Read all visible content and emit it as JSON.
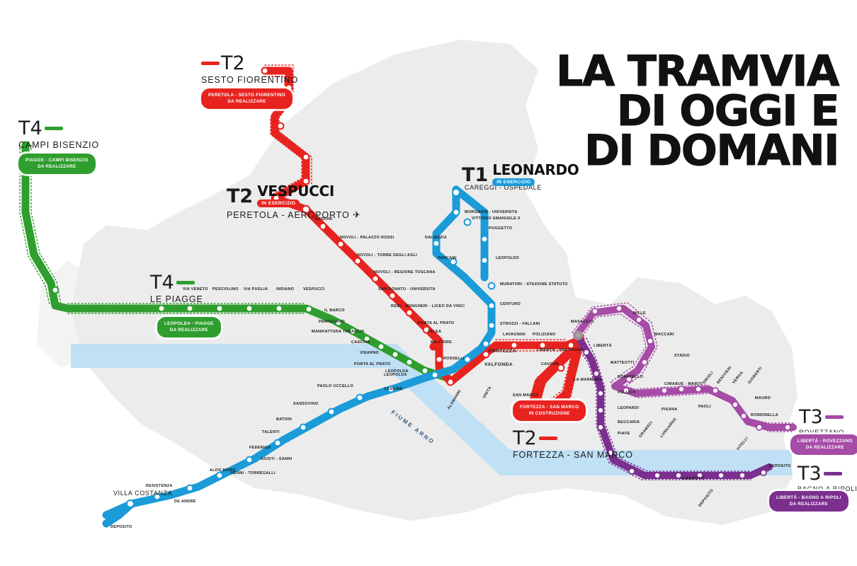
{
  "title": {
    "line1": "LA TRAMVIA",
    "line2": "DI OGGI E",
    "line3": "DI DOMANI"
  },
  "colors": {
    "t1_blue": "#1b9bd8",
    "t2_red": "#e8231f",
    "t3_purple": "#7b2f8f",
    "t3_magenta": "#a64ba6",
    "t4_green": "#2f9e2f",
    "river_blue": "#bfe0f5",
    "land_grey": "#ececec",
    "text_dark": "#1a1a1a"
  },
  "river": {
    "label": "FIUME ARNO"
  },
  "routes": [
    {
      "id": "t2-sesto",
      "code": "T2",
      "code_style": "light",
      "terminus": "SESTO FIORENTINO",
      "color": "#e8231f",
      "badge": {
        "line1": "PERETOLA - SESTO FIORENTINO",
        "line2": "DA REALIZZARE"
      }
    },
    {
      "id": "t2-vespucci",
      "code": "T2",
      "code_style": "bold",
      "name": "VESPUCCI",
      "pill": "IN ESERCIZIO",
      "terminus": "PERETOLA - AEROPORTO",
      "color": "#e8231f",
      "has_airport_icon": true
    },
    {
      "id": "t1-leonardo",
      "code": "T1",
      "code_style": "bold",
      "name": "LEONARDO",
      "pill": "IN ESERCIZIO",
      "terminus": "CAREGGI - OSPEDALE",
      "color": "#1b9bd8"
    },
    {
      "id": "t4-campi",
      "code": "T4",
      "code_style": "light",
      "terminus": "CAMPI BISENZIO",
      "color": "#2f9e2f",
      "badge": {
        "line1": "PIAGGE - CAMPI BISENZIO",
        "line2": "DA REALIZZARE"
      }
    },
    {
      "id": "t4-piagge",
      "code": "T4",
      "code_style": "light",
      "terminus": "LE PIAGGE",
      "color": "#2f9e2f",
      "badge": {
        "line1": "LEOPOLDA - PIAGGE",
        "line2": "DA REALIZZARE"
      }
    },
    {
      "id": "t2-sanmarco",
      "code": "T2",
      "code_style": "light",
      "terminus": "FORTEZZA - SAN MARCO",
      "color": "#e8231f",
      "badge": {
        "line1": "FORTEZZA - SAN MARCO",
        "line2": "IN COSTRUZIONE"
      }
    },
    {
      "id": "t3-rovezzano",
      "code": "T3",
      "code_style": "light",
      "terminus": "ROVEZZANO",
      "color": "#a64ba6",
      "badge": {
        "line1": "LIBERTÀ - ROVEZZANO",
        "line2": "DA REALIZZARE"
      }
    },
    {
      "id": "t3-bagno",
      "code": "T3",
      "code_style": "light",
      "terminus": "BAGNO A RIPOLI",
      "color": "#7b2f8f",
      "badge": {
        "line1": "LIBERTÀ - BAGNO A RIPOLI",
        "line2": "DA REALIZZARE"
      }
    }
  ],
  "stations": {
    "t1": [
      "CAREGGI - OSPEDALE",
      "MORGAGNI - UNIVERSITA",
      "VITTORIO EMANUELE II",
      "POGGETTO",
      "DALMAZIA",
      "PANCANI",
      "LEOPOLDO",
      "MURATORI - STAZIONE STATUTO",
      "CENTURO",
      "STROZZI - FALLANI",
      "FORTEZZA",
      "VALFONDA",
      "UNITÀ",
      "ALAMANNI",
      "CASCINE",
      "LEOPOLDA",
      "PAOLO UCCELLO",
      "SANSOVINO",
      "BATONI",
      "TALENTI",
      "FEDERIGA",
      "GIUSTI - SANNI",
      "NENNI - TORREGALLI",
      "ALDO MORO",
      "RESISTENZA",
      "DE ANDRÉ",
      "VILLA COSTANZA",
      "DEPOSITO"
    ],
    "t2": [
      "GUIDONI",
      "NOVOLI - PALAZZO ROSSI",
      "NOVOLI - TORRE DEGLI AGLI",
      "NOVOLI - REGIONE TOSCANA",
      "SAN DONATO - UNIVERSITA",
      "REDI - MENGHERI - LICEO DA VINCI",
      "PORTA AL PRATO",
      "TALEA",
      "BELFIORE",
      "ROSSELLI",
      "LAVAGNINI",
      "POLIZIANO",
      "LIBERTÀ - PARTIGIANI",
      "CAVOUR",
      "SAN MARCO"
    ],
    "t3": [
      "MASACCIO",
      "LIBERTÀ",
      "MILLE",
      "MACCARI",
      "STADIO",
      "MATTEOTTI",
      "LA MARMORA",
      "DONATELLO",
      "PELLICO",
      "LEOPARDI",
      "BECCARIA",
      "PIAVE",
      "CIMABUE - MARITI",
      "PISANA",
      "PAOLI",
      "GRAMSCI",
      "LUNGARNO",
      "ORIOLI",
      "BENIVIENI",
      "VERGA",
      "GIOBERTI",
      "MAURO",
      "RONDINELLA",
      "VITELLI",
      "GIANNOTTI",
      "DEPOSITO"
    ],
    "t4": [
      "VIA VENETO",
      "PESCIOLINO",
      "VIA PUGLIA",
      "INDIANO",
      "VESPUCCI",
      "IL BARCO",
      "PARIGLIANO",
      "MANIFATTURA TABACCHI",
      "CASCINE",
      "VISARNO",
      "PORTA AL PRATO",
      "LEOPOLDA"
    ]
  },
  "map_labels": {
    "villa_costanza": "VILLA COSTANZA",
    "deposito_sw": "DEPOSITO",
    "deposito_se": "DEPOSITO",
    "fortezza": "FORTEZZA",
    "valfonda": "VALFONDA",
    "san_marco": "SAN MARCO",
    "libertà_partigiani": "LIBERTÀ - PARTIGIANI",
    "careggi": "CAREGGI - OSPEDALE"
  }
}
